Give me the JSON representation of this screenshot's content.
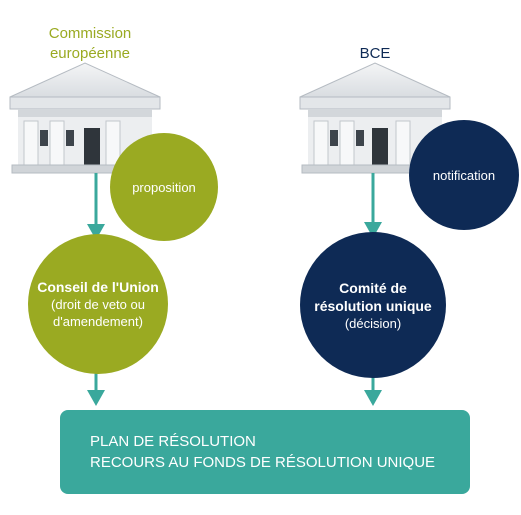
{
  "left": {
    "institution": "Commission européenne",
    "institution_line1": "Commission",
    "institution_line2": "européenne",
    "action": "proposition",
    "body_title": "Conseil de l'Union",
    "body_detail_line1": "(droit de veto ou",
    "body_detail_line2": "d'amendement)"
  },
  "right": {
    "institution": "BCE",
    "action": "notification",
    "body_title_line1": "Comité de",
    "body_title_line2": "résolution unique",
    "body_detail": "(décision)"
  },
  "result": {
    "line1": "PLAN DE RÉSOLUTION",
    "line2": "RECOURS AU FONDS DE RÉSOLUTION UNIQUE"
  },
  "colors": {
    "olive": "#9aaa22",
    "navy": "#0e2a55",
    "teal": "#3aa89c",
    "building_light": "#eef0f2",
    "building_mid": "#c8ccd1",
    "building_dark": "#3a3f45"
  }
}
